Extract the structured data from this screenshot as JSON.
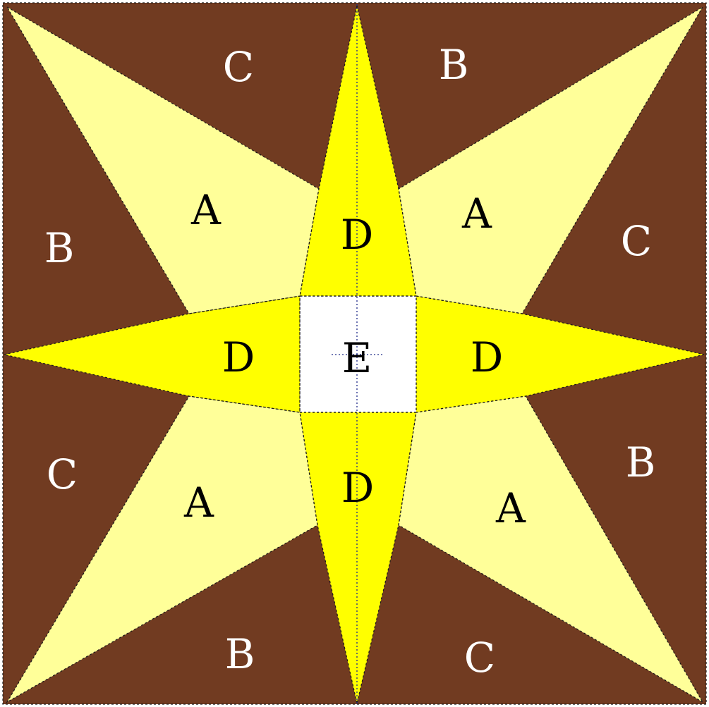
{
  "colors": {
    "background": "#713b21",
    "light_yellow": "#ffff99",
    "yellow": "#ffff00",
    "center_white": "#ffffff",
    "label_light": "#ffffff",
    "label_dark": "#000000",
    "seam": "#1a1a1a",
    "center_line": "#1f2a88"
  },
  "labels": {
    "c_top": "C",
    "b_top": "B",
    "b_left": "B",
    "a_top_left": "A",
    "d_top": "D",
    "a_top_right": "A",
    "c_right": "C",
    "d_left": "D",
    "e_center": "E",
    "d_right": "D",
    "c_left": "C",
    "b_right": "B",
    "d_bottom": "D",
    "a_bottom_left": "A",
    "a_bottom_right": "A",
    "b_bottom": "B",
    "c_bottom": "C"
  }
}
